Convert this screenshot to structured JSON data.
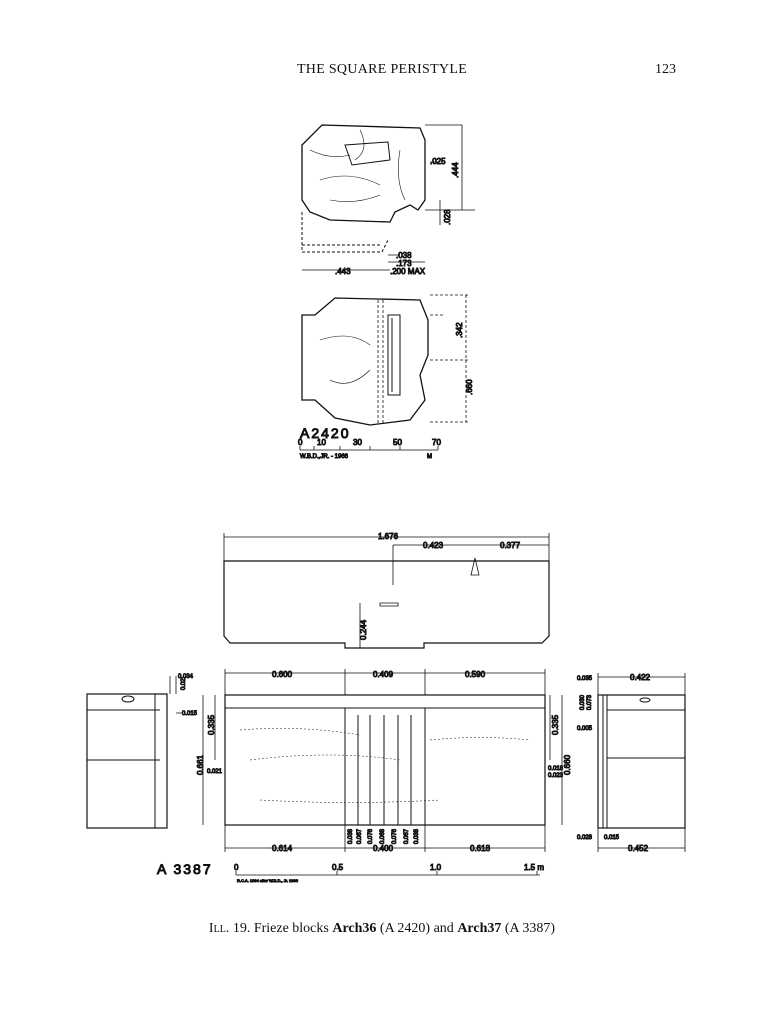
{
  "header": {
    "running_title": "THE SQUARE PERISTYLE",
    "page_number": "123"
  },
  "figure_a2420": {
    "label": "A2420",
    "top_view_dims": [
      ".025",
      ".444",
      ".028",
      ".038",
      ".173",
      ".443",
      ".200 MAX"
    ],
    "section_dims": [
      ".342",
      ".660"
    ],
    "scale": {
      "ticks": [
        "0",
        "10",
        "30",
        "50",
        "70"
      ],
      "unit": "M",
      "credit": "W.B.D.,JR. - 1966"
    }
  },
  "figure_a3387": {
    "label": "A 3387",
    "top_dims": [
      "1.676",
      "0.423",
      "0.377",
      "0.244"
    ],
    "front_top_dims": [
      "0.600",
      "0.409",
      "0.590"
    ],
    "front_side_dims": [
      "0.335",
      "0.661",
      "0.021",
      "0.335",
      "0.660",
      "0.018",
      "0.023"
    ],
    "front_bottom_dims": [
      "0.614",
      "0.400",
      "0.618"
    ],
    "flute_dims": [
      "0.038",
      "0.067",
      "0.076",
      "0.068",
      "0.076",
      "0.067",
      "0.038"
    ],
    "left_side_dims": [
      "0.034",
      "0.02",
      "0.015"
    ],
    "right_side_dims": [
      "0.035",
      "0.422",
      "0.030",
      "0.073",
      "0.005",
      "0.028",
      "0.015",
      "0.452"
    ],
    "scale": {
      "ticks": [
        "0",
        "0.5",
        "1.0",
        "1.5 m"
      ],
      "credit": "R.C.A. 1994 after W.B.D., Jr. 1966"
    }
  },
  "caption": {
    "prefix": "Ill.",
    "number": "19.",
    "text1": "Frieze blocks",
    "b1": "Arch36",
    "t2": "(A 2420) and",
    "b2": "Arch37",
    "t3": "(A 3387)"
  }
}
